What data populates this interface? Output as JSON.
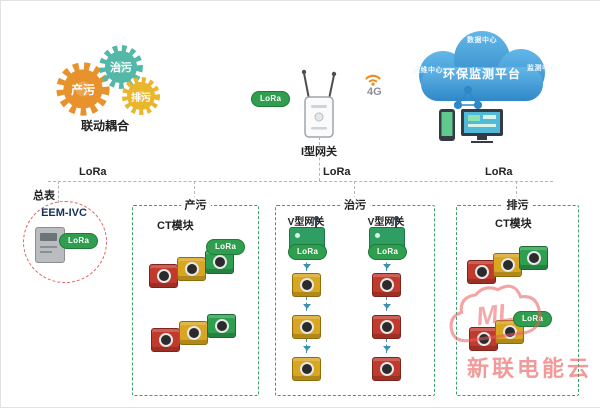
{
  "labels": {
    "lora": "LoRa"
  },
  "gears": {
    "produce": "产污",
    "treat": "治污",
    "discharge": "排污",
    "caption": "联动耦合"
  },
  "gateway": {
    "name": "I型网关",
    "signal": "4G"
  },
  "cloud": {
    "title": "环保监测平台",
    "node_top": "数据中心",
    "node_left": "运维中心",
    "node_right": "监测中心"
  },
  "bus": {
    "left": "LoRa",
    "center": "LoRa",
    "right": "LoRa"
  },
  "meter": {
    "title": "总表",
    "model": "EEM-IVC"
  },
  "zones": {
    "produce": {
      "title": "产污",
      "module_label": "CT模块"
    },
    "treat": {
      "title": "治污",
      "gateway_label": "V型网关"
    },
    "discharge": {
      "title": "排污",
      "module_label": "CT模块"
    }
  },
  "watermark": {
    "logo": "ML",
    "text": "新联电能云"
  },
  "colors": {
    "gear_orange": "#e8922e",
    "gear_teal": "#54b8a8",
    "gear_yellow": "#eab62c",
    "lora_green": "#2f9e4e",
    "zone_border_green": "#3aa06a",
    "meter_circle_red": "#e06363",
    "module_red": "#c13a2e",
    "module_yellow": "#d8a620",
    "module_green": "#2e9e4f",
    "cloud_blue": "#3f97d0",
    "watermark_red": "#e95d5d"
  }
}
